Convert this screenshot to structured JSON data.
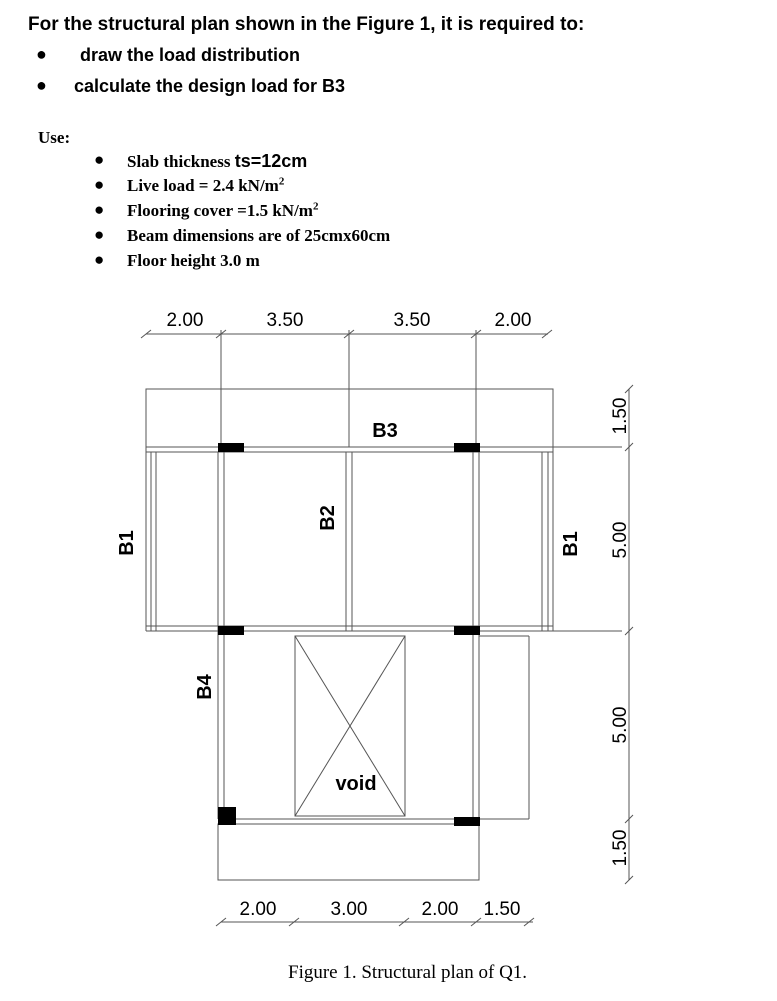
{
  "task": {
    "title": "For the structural plan shown in the Figure 1, it is required to:",
    "items": [
      "draw the load distribution",
      "calculate the design load for B3"
    ]
  },
  "use": {
    "label": "Use:",
    "slab_prefix": "Slab thickness ",
    "slab_value": "ts=12cm",
    "live_load": "Live load = 2.4 kN/m",
    "flooring": "Flooring cover =1.5 kN/m",
    "sup": "2",
    "beam_dims": "Beam dimensions are of 25cmx60cm",
    "floor_height": "Floor height 3.0 m"
  },
  "plan": {
    "top_dims": [
      "2.00",
      "3.50",
      "3.50",
      "2.00"
    ],
    "bottom_dims": [
      "2.00",
      "3.00",
      "2.00",
      "1.50"
    ],
    "right_dims": [
      "1.50",
      "5.00",
      "5.00",
      "1.50"
    ],
    "beam_labels": {
      "b1_left": "B1",
      "b1_right": "B1",
      "b2": "B2",
      "b3": "B3",
      "b4": "B4"
    },
    "void_label": "void"
  },
  "caption": "Figure 1. Structural plan of Q1."
}
